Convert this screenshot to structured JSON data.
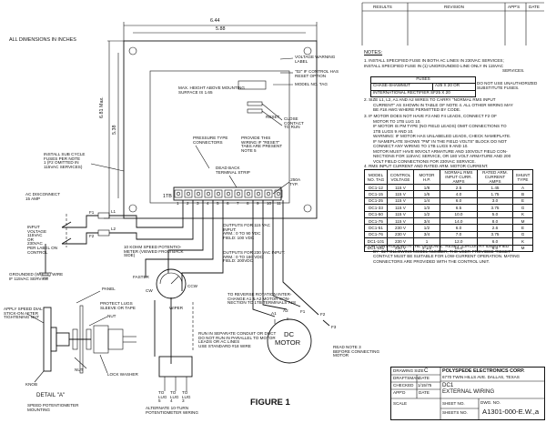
{
  "header": {
    "results": "RESULTS",
    "revision": "REVISION",
    "app": "APP'S",
    "date": "DATE"
  },
  "note_dims": "ALL DIMENSIONS IN INCHES",
  "dimensions": {
    "width_outer": "6.44",
    "width_inner": "5.88",
    "height_max": "6.81 Max.",
    "height_inner": "5.38"
  },
  "callouts": {
    "voltage_label": [
      "VOLTAGE WARNING",
      "LABEL"
    ],
    "model_02": [
      "\"02\" IF CONTROL HAS",
      "RESET OPTION"
    ],
    "model_tag": "MODEL NO. TAG",
    "max_height": [
      "MAX. HEIGHT ABOVE MOUNTING",
      "SURFACE IS 1.65"
    ],
    "reset": "RESET",
    "close_contact": [
      "CLOSE",
      "CONTACT",
      "TO RUN"
    ],
    "provide": [
      "PROVIDE THIS",
      "WIRING IF \"RESET\"",
      "TABS ARE PRESENT",
      "NOTE 5"
    ],
    "install_sub": [
      "INSTALL SUB CYCLE",
      "FUSES PER NOTE",
      "1 (F2 OMITTED IN",
      "115VAC SERVICES)"
    ],
    "pressure": [
      "PRESSURE TYPE",
      "CONNECTORS"
    ],
    "deadback": [
      "DEAD BACK",
      "TERMINAL STRIP"
    ],
    "tab250": [
      ".250A",
      "TYP."
    ],
    "tb": "1TB",
    "ac_disconnect": [
      "AC DISCONNECT",
      "15 AMP"
    ],
    "input_voltage": [
      "INPUT",
      "VOLTAGE",
      "115VAC",
      "OR",
      "230VAC",
      "PER LABEL ON",
      "CONTROL"
    ],
    "grounded": [
      "GROUNDED (WHITE) WIRE",
      "IF 115VAC SERVICE"
    ],
    "pot_10k": [
      "10 KOHM SPEED POTENTIO-",
      "METER (VIEWED FROM BACK",
      "SIDE)"
    ],
    "faster": "FASTER",
    "outputs115": [
      "OUTPUTS FOR 115 VAC",
      "INPUT:",
      "ARM.: 0 TO 90 VDC",
      "FIELD: 100 VDC"
    ],
    "outputs230": [
      "OUTPUTS FOR 230 VAC INPUT:",
      "ARM.: 0 TO 180 VDC",
      "FIELD: 200VDC"
    ],
    "protect": [
      "PROTECT LUGS",
      "SLEEVE OR TAPE"
    ],
    "wiper": "WIPER",
    "ccw": "CCW",
    "cw": "CW",
    "panel": "PANEL",
    "nut": "NUT",
    "apply": [
      "APPLY SPEED DIAL",
      "STICK-ON AFTER",
      "TIGHTENING NUT"
    ],
    "knob": "KNOB",
    "lock_washer": "LOCK WASHER",
    "run_separate": [
      "RUN IN SEPARATE CONDUIT OR DUCT",
      "DO NOT RUN IN PARALLEL TO MOTOR",
      "LEADS OR AC LINES",
      "USE STANDARD #18 WIRE"
    ],
    "reverse": [
      "TO REVERSE ROTATION INTER-",
      "CHANGE A1 & A2 MOTOR CON-",
      "NECTION TO 1TB TERMINALS 7&8"
    ],
    "read_note": [
      "READ NOTE 3",
      "BEFORE CONNECTING",
      "MOTOR"
    ],
    "dc_motor": [
      "DC",
      "MOTOR"
    ],
    "to_lug": [
      "TO",
      "LUG",
      "5"
    ],
    "to_lug4": [
      "TO",
      "LUG",
      "4"
    ],
    "to_lug3": [
      "TO",
      "LUG",
      "3"
    ],
    "alt_pot": [
      "ALTERNATE 10-TURN",
      "POTENTIOMETER WIRING"
    ],
    "detail": "DETAIL \"A\"",
    "detail_sub": [
      "SPEED POTENTIOMETER",
      "MOUNTING"
    ],
    "figure": "FIGURE 1",
    "motor_terms": [
      "A1",
      "A2",
      "F1",
      "F2",
      "F3"
    ],
    "wire_labels": [
      "L1",
      "L2",
      "F1",
      "F2"
    ],
    "term_nums": [
      "1",
      "2",
      "3",
      "4",
      "5",
      "6",
      "7",
      "8",
      "9",
      "10",
      "11"
    ]
  },
  "notes": {
    "title": "NOTES:",
    "n1": [
      "1.  INSTALL SPECIFIED FUSE IN BOTH AC LINES IN 230VAC SERVICES;",
      "INSTALL SPECIFIED FUSE IN (1) UNGROUNDED LINE ONLY IN 115VAC",
      "SERVICES."
    ],
    "fuse_head": "FUSES",
    "fuse_rows": [
      [
        "CHASE-SHAWMUT",
        "A25 X 20 OR"
      ],
      [
        "INTERNATIONAL RECTIFIER SF25 X 20",
        ""
      ]
    ],
    "fuse_side": [
      "DO NOT USE UNAUTHORIZED",
      "SUBSTITUTE FUSES."
    ],
    "n2": [
      "2.  SIZE L1, L2, A1 AND A2 WIRES TO CARRY \"NORMAL RMS INPUT",
      "CURRENT\" AS SHOWN IN TABLE OF NOTE 4. ALL OTHER WIRING MAY",
      "BE #18 AWG WHERE PERMITTED BY CODE."
    ],
    "n3": [
      "3.  IF MOTOR DOES NOT HAVE F3 AND F4 LEADS, CONNECT F2 OF",
      "MOTOR TO 1TB LUG 10.",
      "IF MOTOR IS PM TYPE (NO FIELD LEADS) OMIT CONNECTIONS TO",
      "1TB LUGS 9 AND 10.",
      "WARNING: IF MOTOR HAS UNLABELED LEADS, CHECK NAMEPLATE.",
      "IF NAMEPLATE SHOWS \"PM\" IN THE FIELD VOLTS\" BLOCK DO NOT",
      "CONNECT ANY WIRING TO 1TB LUGS 9 AND 10.",
      "MOTOR MUST HAVE 90VOLT ARMATURE AND 100VOLT FIELD CON-",
      "NECTIONS FOR 115VAC SERVICE, OR 180 VOLT ARMATURE AND 200",
      "VOLT FIELD CONNECTIONS FOR 230VAC SERVICE."
    ],
    "n4": "4.  RMS INPUT CURRENT AND RATED ARM. MOTOR CURRENT.",
    "n5": [
      "5.  ON CONTROLS WITH THE OPTIONAL \"RESET\" CIRCUITRY IDENTIFIED",
      "BY -02 FOLLOWING MODEL NUMBER, THE USER-PROVIDED \"RESET\"",
      "CONTACT MUST BE SUITABLE FOR LOW-CURRENT OPERATION. MATING",
      "CONNECTORS ARE PROVIDED WITH THE CONTROL UNIT."
    ]
  },
  "table": {
    "headers": [
      "MODEL NO. TAG",
      "CONTROL VOLTAGE",
      "MOTOR H.P.",
      "NORMAL RMS INPUT CURR. AMPS",
      "RATED ARM. CURRENT AMPS",
      "SHUNT TYPE"
    ],
    "rows": [
      [
        "DC1-12",
        "115 V",
        "1/8",
        "2.5",
        "1.45",
        "A"
      ],
      [
        "DC1-15",
        "115 V",
        "1/6",
        "4.0",
        "1.75",
        "B"
      ],
      [
        "DC1-25",
        "115 V",
        "1/4",
        "6.0",
        "3.0",
        "E"
      ],
      [
        "DC1-33",
        "115 V",
        "1/3",
        "6.5",
        "3.75",
        "G"
      ],
      [
        "DC1-50",
        "115 V",
        "1/2",
        "10.0",
        "5.0",
        "K"
      ],
      [
        "DC1-75",
        "115 V",
        "3/4",
        "14.0",
        "8.0",
        "M"
      ],
      [
        "DC1-51",
        "230 V",
        "1/2",
        "6.0",
        "2.6",
        "E"
      ],
      [
        "DC1-76",
        "230 V",
        "3/4",
        "7.0",
        "3.75",
        "G"
      ],
      [
        "DC1-101",
        "230 V",
        "1",
        "12.0",
        "6.0",
        "K"
      ],
      [
        "DC1-151",
        "230 V",
        "1-1/2",
        "15.0",
        "8.0",
        "M"
      ]
    ]
  },
  "title_block": {
    "drawing_size_label": "DRAWING SIZE",
    "drawing_size": "C",
    "draftsman": "DRAFTSMAN",
    "date": "DATE",
    "checked": "CHECKED",
    "date_val": "1/15/75",
    "appd": "APP'D",
    "company": "POLYSPEDE ELECTRONICS CORP.",
    "address": "6770 TWIN HILLS AVE.   DALLAS, TEXAS",
    "title1": "DC1",
    "title2": "EXTERNAL WIRING",
    "scale": "SCALE",
    "sheet_no": "SHEET NO.",
    "sheets_no": "SHEETS NO.",
    "dwg_no_label": "DWG. NO.",
    "dwg_no": "A1301-000-E.W.,a"
  }
}
